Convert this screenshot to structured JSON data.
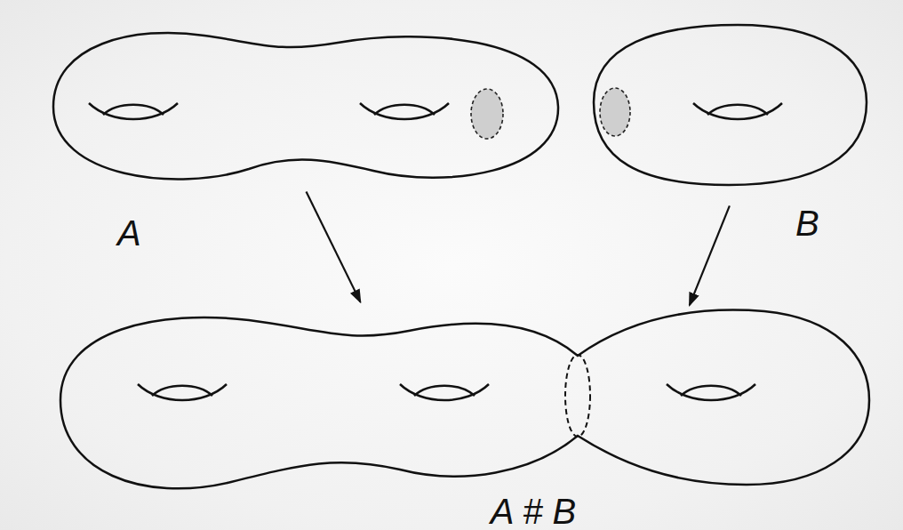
{
  "diagram": {
    "nodes": [
      {
        "text": [
          "A"
        ]
      },
      {
        "text": [
          "B"
        ]
      },
      {
        "text": [
          "A # B"
        ]
      }
    ],
    "edges": [
      {
        "from": 0,
        "to": 2,
        "arrow": "to"
      },
      {
        "from": 1,
        "to": 2,
        "arrow": "to"
      }
    ]
  }
}
